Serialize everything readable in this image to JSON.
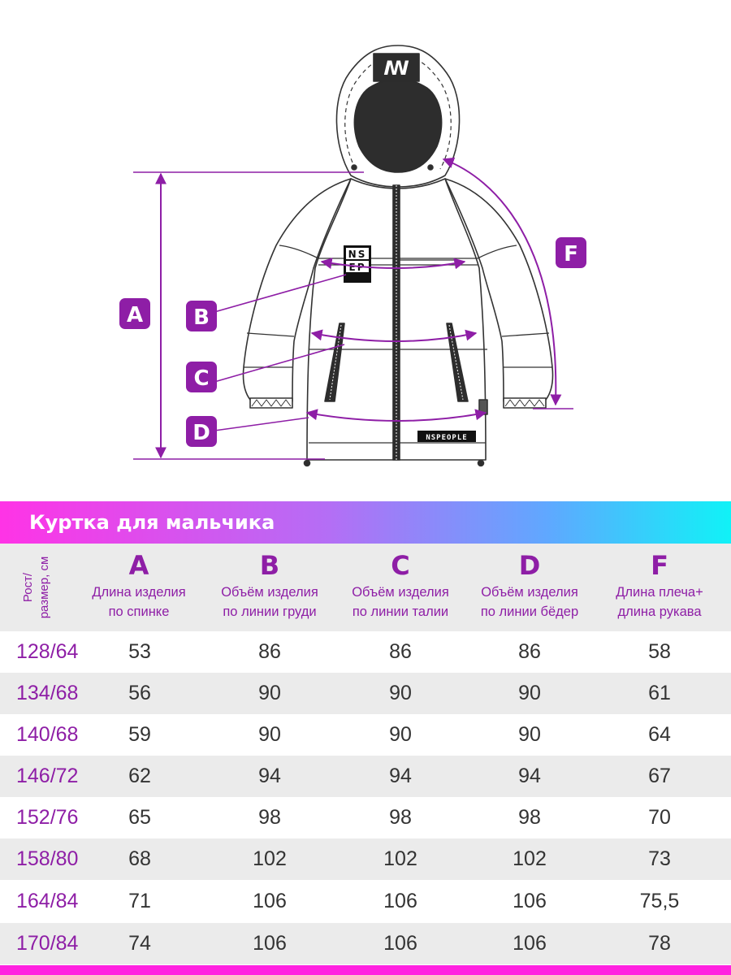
{
  "colors": {
    "accent": "#8e1ea6",
    "stroke": "#333333",
    "row_shade": "#ebebeb",
    "banner_start": "#ff33e6",
    "banner_end": "#10f2f7"
  },
  "diagram": {
    "badges": {
      "a": "A",
      "b": "B",
      "c": "C",
      "d": "D",
      "f": "F"
    },
    "chest_patch": {
      "top": "NS",
      "bottom": "EP"
    },
    "tag": "NSPEOPLE"
  },
  "title": "Куртка для мальчика",
  "table": {
    "rotated_header": [
      "Рост/",
      "размер, см"
    ],
    "columns": [
      {
        "letter": "A",
        "line1": "Длина изделия",
        "line2": "по спинке"
      },
      {
        "letter": "B",
        "line1": "Объём изделия",
        "line2": "по линии груди"
      },
      {
        "letter": "C",
        "line1": "Объём изделия",
        "line2": "по линии талии"
      },
      {
        "letter": "D",
        "line1": "Объём изделия",
        "line2": "по линии бёдер"
      },
      {
        "letter": "F",
        "line1": "Длина плеча+",
        "line2": "длина рукава"
      }
    ],
    "rows": [
      {
        "size": "128/64",
        "values": [
          "53",
          "86",
          "86",
          "86",
          "58"
        ]
      },
      {
        "size": "134/68",
        "values": [
          "56",
          "90",
          "90",
          "90",
          "61"
        ]
      },
      {
        "size": "140/68",
        "values": [
          "59",
          "90",
          "90",
          "90",
          "64"
        ]
      },
      {
        "size": "146/72",
        "values": [
          "62",
          "94",
          "94",
          "94",
          "67"
        ]
      },
      {
        "size": "152/76",
        "values": [
          "65",
          "98",
          "98",
          "98",
          "70"
        ]
      },
      {
        "size": "158/80",
        "values": [
          "68",
          "102",
          "102",
          "102",
          "73"
        ]
      },
      {
        "size": "164/84",
        "values": [
          "71",
          "106",
          "106",
          "106",
          "75,5"
        ]
      },
      {
        "size": "170/84",
        "values": [
          "74",
          "106",
          "106",
          "106",
          "78"
        ]
      }
    ]
  }
}
